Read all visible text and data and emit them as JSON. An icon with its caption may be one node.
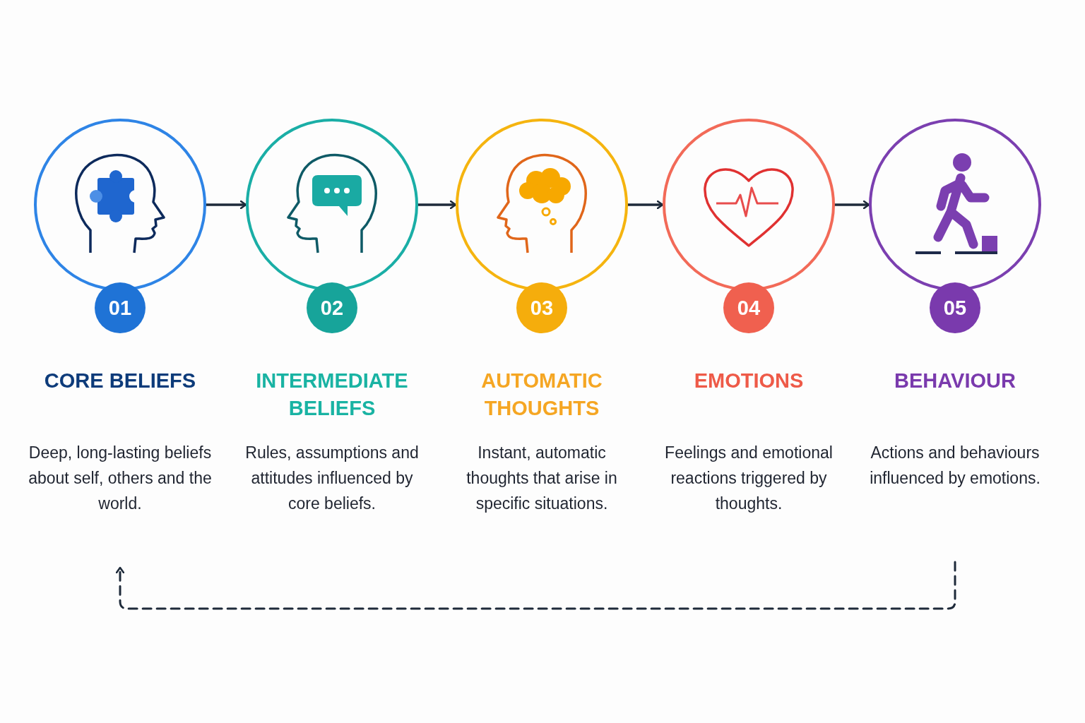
{
  "diagram": {
    "nodes": [
      {
        "text": [
          "01",
          "CORE BELIEFS",
          "Deep, long-lasting beliefs about self, others and the world."
        ]
      },
      {
        "text": [
          "02",
          "INTERMEDIATE BELIEFS",
          "Rules, assumptions and attitudes influenced by core beliefs."
        ]
      },
      {
        "text": [
          "03",
          "AUTOMATIC THOUGHTS",
          "Instant, automatic thoughts that arise in specific situations."
        ]
      },
      {
        "text": [
          "04",
          "EMOTIONS",
          "Feelings and emotional reactions triggered by thoughts."
        ]
      },
      {
        "text": [
          "05",
          "BEHAVIOUR",
          "Actions and behaviours influenced by emotions."
        ]
      }
    ],
    "edges": [
      {
        "from": 0,
        "to": 1,
        "arrow": "to"
      },
      {
        "from": 1,
        "to": 2,
        "arrow": "to"
      },
      {
        "from": 2,
        "to": 3,
        "arrow": "to"
      },
      {
        "from": 3,
        "to": 4,
        "arrow": "to"
      },
      {
        "from": 4,
        "to": 0,
        "arrow": "to",
        "style": "dashed"
      }
    ]
  }
}
